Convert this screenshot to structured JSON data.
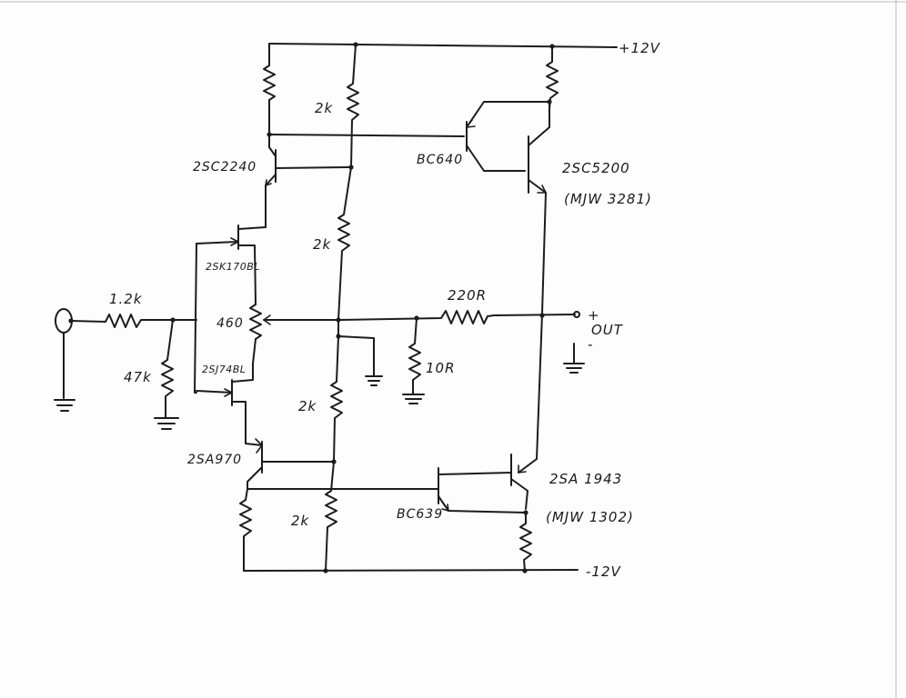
{
  "labels": {
    "supply_pos": "+12V",
    "supply_neg": "-12V",
    "r_top_2k": "2k",
    "r_mid_2k": "2k",
    "r_low_2k": "2k",
    "r_bot_2k": "2k",
    "q_2sc2240": "2SC2240",
    "q_bc640": "BC640",
    "q_2sc5200": "2SC5200",
    "q_2sc5200_alt": "(MJW 3281)",
    "q_2sk170bl": "2SK170BL",
    "q_2sj74bl": "2SJ74BL",
    "q_2sa970": "2SA970",
    "q_bc639": "BC639",
    "q_2sa1943": "2SA 1943",
    "q_2sa1943_alt": "(MJW 1302)",
    "r_input": "1.2k",
    "r_shunt": "47k",
    "pot": "460",
    "r_series_out": "220R",
    "r_zobel": "10R",
    "out_label": "OUT",
    "out_plus": "+",
    "out_minus": "-"
  },
  "colors": {
    "ink": "#1c1c1c",
    "paper": "#fdfdfd"
  }
}
